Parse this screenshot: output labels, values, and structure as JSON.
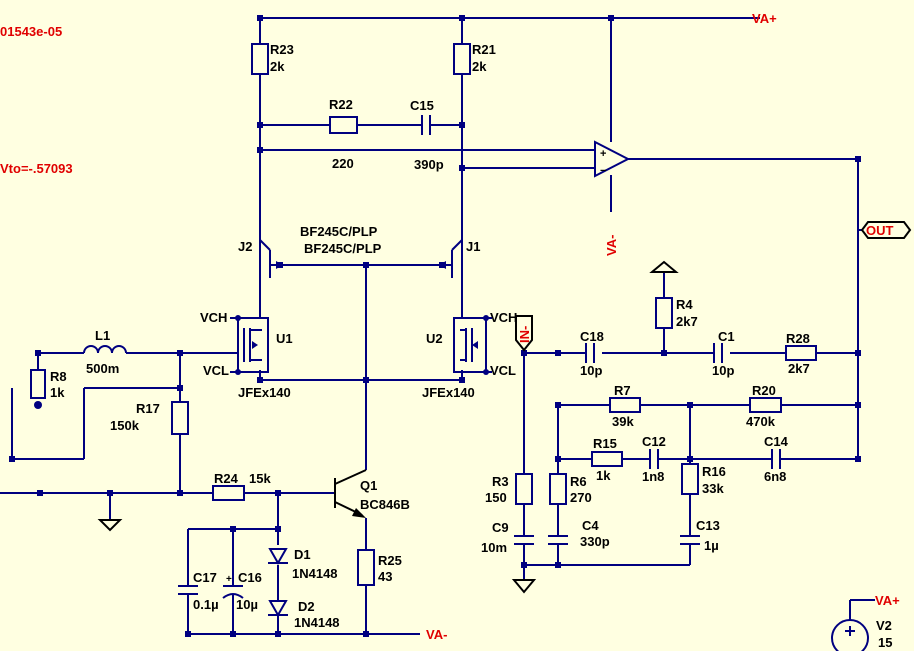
{
  "info": {
    "sim_value": "01543e-05",
    "vto": "Vto=-.57093"
  },
  "supply": {
    "vap_label": "VA+",
    "vam_label": "VA-",
    "in_label": "IN-",
    "out_label": "OUT"
  },
  "components": {
    "R23": {
      "name": "R23",
      "value": "2k"
    },
    "R21": {
      "name": "R21",
      "value": "2k"
    },
    "R22": {
      "name": "R22",
      "value": "220"
    },
    "C15": {
      "name": "C15",
      "value": "390p"
    },
    "J2": {
      "name": "J2",
      "model": "BF245C/PLP"
    },
    "J1": {
      "name": "J1",
      "model": "BF245C/PLP"
    },
    "U1": {
      "name": "U1",
      "model": "JFEx140",
      "pin_vch": "VCH",
      "pin_vcl": "VCL"
    },
    "U2": {
      "name": "U2",
      "model": "JFEx140",
      "pin_vch": "VCH",
      "pin_vcl": "VCL"
    },
    "L1": {
      "name": "L1",
      "value": "500m"
    },
    "R8": {
      "name": "R8",
      "value": "1k"
    },
    "R17": {
      "name": "R17",
      "value": "150k"
    },
    "R24": {
      "name": "R24",
      "value": "15k"
    },
    "Q1": {
      "name": "Q1",
      "model": "BC846B"
    },
    "D1": {
      "name": "D1",
      "model": "1N4148"
    },
    "D2": {
      "name": "D2",
      "model": "1N4148"
    },
    "C17": {
      "name": "C17",
      "value": "0.1µ"
    },
    "C16": {
      "name": "C16",
      "value": "10µ"
    },
    "R25": {
      "name": "R25",
      "value": "43"
    },
    "R4": {
      "name": "R4",
      "value": "2k7"
    },
    "C18": {
      "name": "C18",
      "value": "10p"
    },
    "C1": {
      "name": "C1",
      "value": "10p"
    },
    "R28": {
      "name": "R28",
      "value": "2k7"
    },
    "R7": {
      "name": "R7",
      "value": "39k"
    },
    "R20": {
      "name": "R20",
      "value": "470k"
    },
    "R15": {
      "name": "R15",
      "value": "1k"
    },
    "C12": {
      "name": "C12",
      "value": "1n8"
    },
    "C14": {
      "name": "C14",
      "value": "6n8"
    },
    "R16": {
      "name": "R16",
      "value": "33k"
    },
    "R3": {
      "name": "R3",
      "value": "150"
    },
    "R6": {
      "name": "R6",
      "value": "270"
    },
    "C9": {
      "name": "C9",
      "value": "10m"
    },
    "C4": {
      "name": "C4",
      "value": "330p"
    },
    "C13": {
      "name": "C13",
      "value": "1µ"
    },
    "V2": {
      "name": "V2",
      "value": "15"
    }
  },
  "colors": {
    "wire": "#000080",
    "background": "#ffffe1",
    "net_label": "#e00000"
  }
}
